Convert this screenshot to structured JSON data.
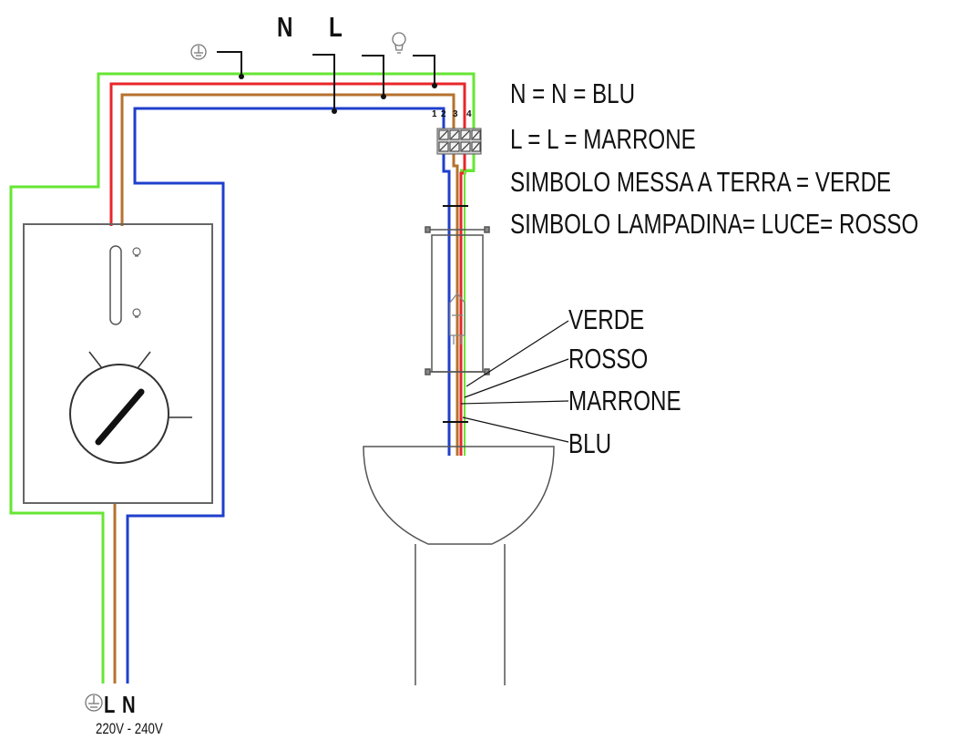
{
  "top_terminals": {
    "neutral": "N",
    "line": "L"
  },
  "legend": [
    "N = N = BLU",
    "L = L = MARRONE",
    "SIMBOLO MESSA A TERRA = VERDE",
    "SIMBOLO LAMPADINA= LUCE= ROSSO"
  ],
  "terminal_block_numbers": [
    "1",
    "2",
    "3",
    "4"
  ],
  "wire_labels": [
    "VERDE",
    "ROSSO",
    "MARRONE",
    "BLU"
  ],
  "mains": {
    "line": "L",
    "neutral": "N",
    "voltage": "220V - 240V"
  },
  "colors": {
    "earth_green": "#66e633",
    "light_red": "#e8262a",
    "line_brown": "#b6722e",
    "neutral_blue": "#1f3fcc",
    "outline_grey": "#555555"
  },
  "icons": [
    "earth-symbol-icon",
    "lamp-symbol-icon",
    "lamp-icon",
    "timer-dial-icon",
    "halogen-bulb-icon"
  ]
}
